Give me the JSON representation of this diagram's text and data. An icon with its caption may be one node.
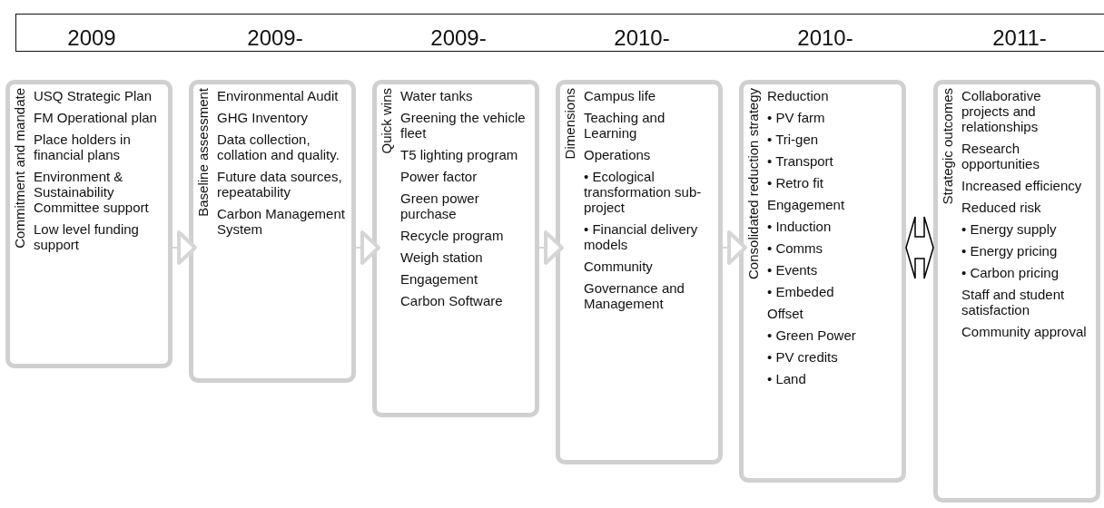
{
  "diagram": {
    "nodes": [
      {
        "text": [
          "2009",
          "2009-",
          "2009-",
          "2010-",
          "2010-",
          "2011-"
        ]
      },
      {
        "text": [
          "Commitment and mandate",
          "USQ Strategic Plan",
          "FM Operational plan",
          "Place holders in financial plans",
          "Environment & Sustainability Committee support",
          "Low level funding support"
        ]
      },
      {
        "text": [
          "Baseline assessment",
          "Environmental Audit",
          "GHG Inventory",
          "Data collection, collation and quality.",
          "Future data sources, repeatability",
          "Carbon Management System"
        ]
      },
      {
        "text": [
          "Quick wins",
          "Water tanks",
          "Greening the vehicle fleet",
          "T5 lighting program",
          "Power factor",
          "Green power purchase",
          "Recycle program",
          "Weigh station",
          "Engagement",
          "Carbon Software"
        ]
      },
      {
        "text": [
          "Dimensions",
          "Campus life",
          "Teaching and Learning",
          "Operations",
          "• Ecological transformation sub-project",
          "• Financial delivery models",
          "Community",
          "Governance and Management"
        ]
      },
      {
        "text": [
          "Consolidated reduction strategy",
          "Reduction",
          "• PV farm",
          "• Tri-gen",
          "• Transport",
          "• Retro fit",
          "Engagement",
          "• Induction",
          "• Comms",
          "• Events",
          "• Embeded",
          "Offset",
          "• Green Power",
          "• PV credits",
          "• Land"
        ]
      },
      {
        "text": [
          "Strategic outcomes",
          "Collaborative projects and relationships",
          "Research opportunities",
          "Increased efficiency",
          "Reduced risk",
          "• Energy supply",
          "• Energy pricing",
          "• Carbon pricing",
          "Staff and student satisfaction",
          "Community approval"
        ]
      }
    ],
    "edges": [
      {
        "from": 1,
        "to": 2,
        "arrow": "to"
      },
      {
        "from": 2,
        "to": 3,
        "arrow": "to"
      },
      {
        "from": 3,
        "to": 4,
        "arrow": "to"
      },
      {
        "from": 4,
        "to": 5,
        "arrow": "to"
      },
      {
        "from": 5,
        "to": 6,
        "arrow": "both",
        "color": "#000000"
      }
    ]
  }
}
